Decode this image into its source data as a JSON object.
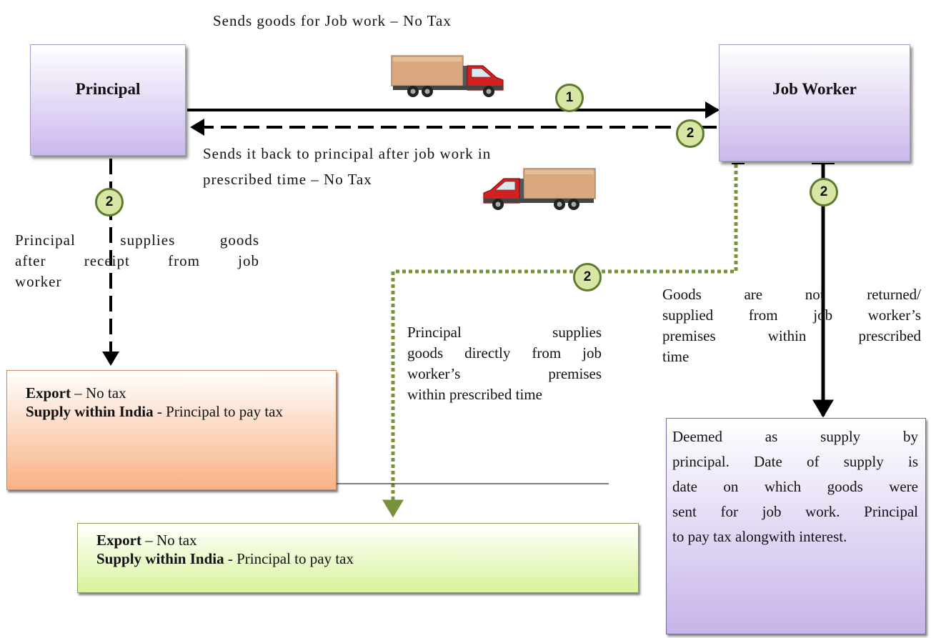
{
  "nodes": {
    "principal": "Principal",
    "job_worker": "Job Worker"
  },
  "labels": {
    "send_goods": "Sends goods for Job work – No Tax",
    "send_back_line1": "Sends it back to principal after job work in",
    "send_back_line2": "prescribed time – No Tax",
    "principal_supplies_line1": "Principal supplies goods",
    "principal_supplies_line2": "after receipt from job",
    "principal_supplies_line3": "worker",
    "direct_supply_line1": "Principal supplies",
    "direct_supply_line2": "goods directly from job",
    "direct_supply_line3": "worker’s premises",
    "direct_supply_line4": "within prescribed time",
    "not_returned_line1": "Goods are not returned/",
    "not_returned_line2": "supplied from job worker’s",
    "not_returned_line3": "premises within prescribed",
    "not_returned_line4": "time"
  },
  "badges": {
    "send": "1",
    "return": "2",
    "principal_supply": "2",
    "direct_supply": "2",
    "not_returned": "2"
  },
  "results": {
    "orange": {
      "export_label": "Export",
      "export_text": " – No tax",
      "supply_label": "Supply within India",
      "supply_text": " - Principal to pay tax"
    },
    "green": {
      "export_label": "Export",
      "export_text": " – No tax",
      "supply_label": "Supply within India",
      "supply_text": " - Principal to pay tax"
    },
    "purple": {
      "line1": "Deemed as supply by",
      "line2": "principal. Date of supply is",
      "line3": "date on which goods were",
      "line4": "sent for job work. Principal",
      "line5": "to pay tax alongwith interest."
    }
  },
  "colors": {
    "node_fill": "#cbb8ec",
    "orange_fill": "#f9b183",
    "green_fill": "#d8f39a",
    "badge_fill": "#d7e6a5",
    "badge_border": "#5d7b2c",
    "dotted_line": "#76923c",
    "truck_cargo": "#d9a87f",
    "truck_cab": "#d42020"
  },
  "icons": [
    "truck-icon",
    "truck-icon"
  ]
}
